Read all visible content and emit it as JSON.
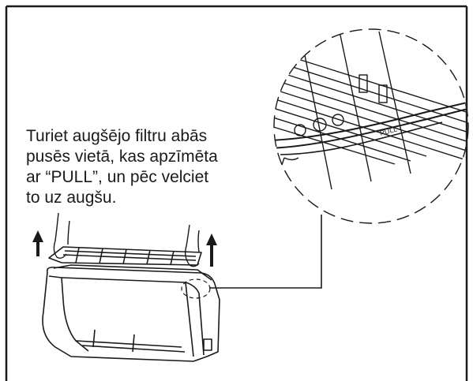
{
  "instruction": {
    "lines": [
      "Turiet augšējo filtru abās",
      "pusēs vietā, kas apzīmēta",
      "ar “PULL”, un pēc velciet",
      "to uz augšu."
    ]
  },
  "detail_label": "PULL",
  "icons": [
    "up-arrow-icon",
    "up-arrow-icon"
  ]
}
